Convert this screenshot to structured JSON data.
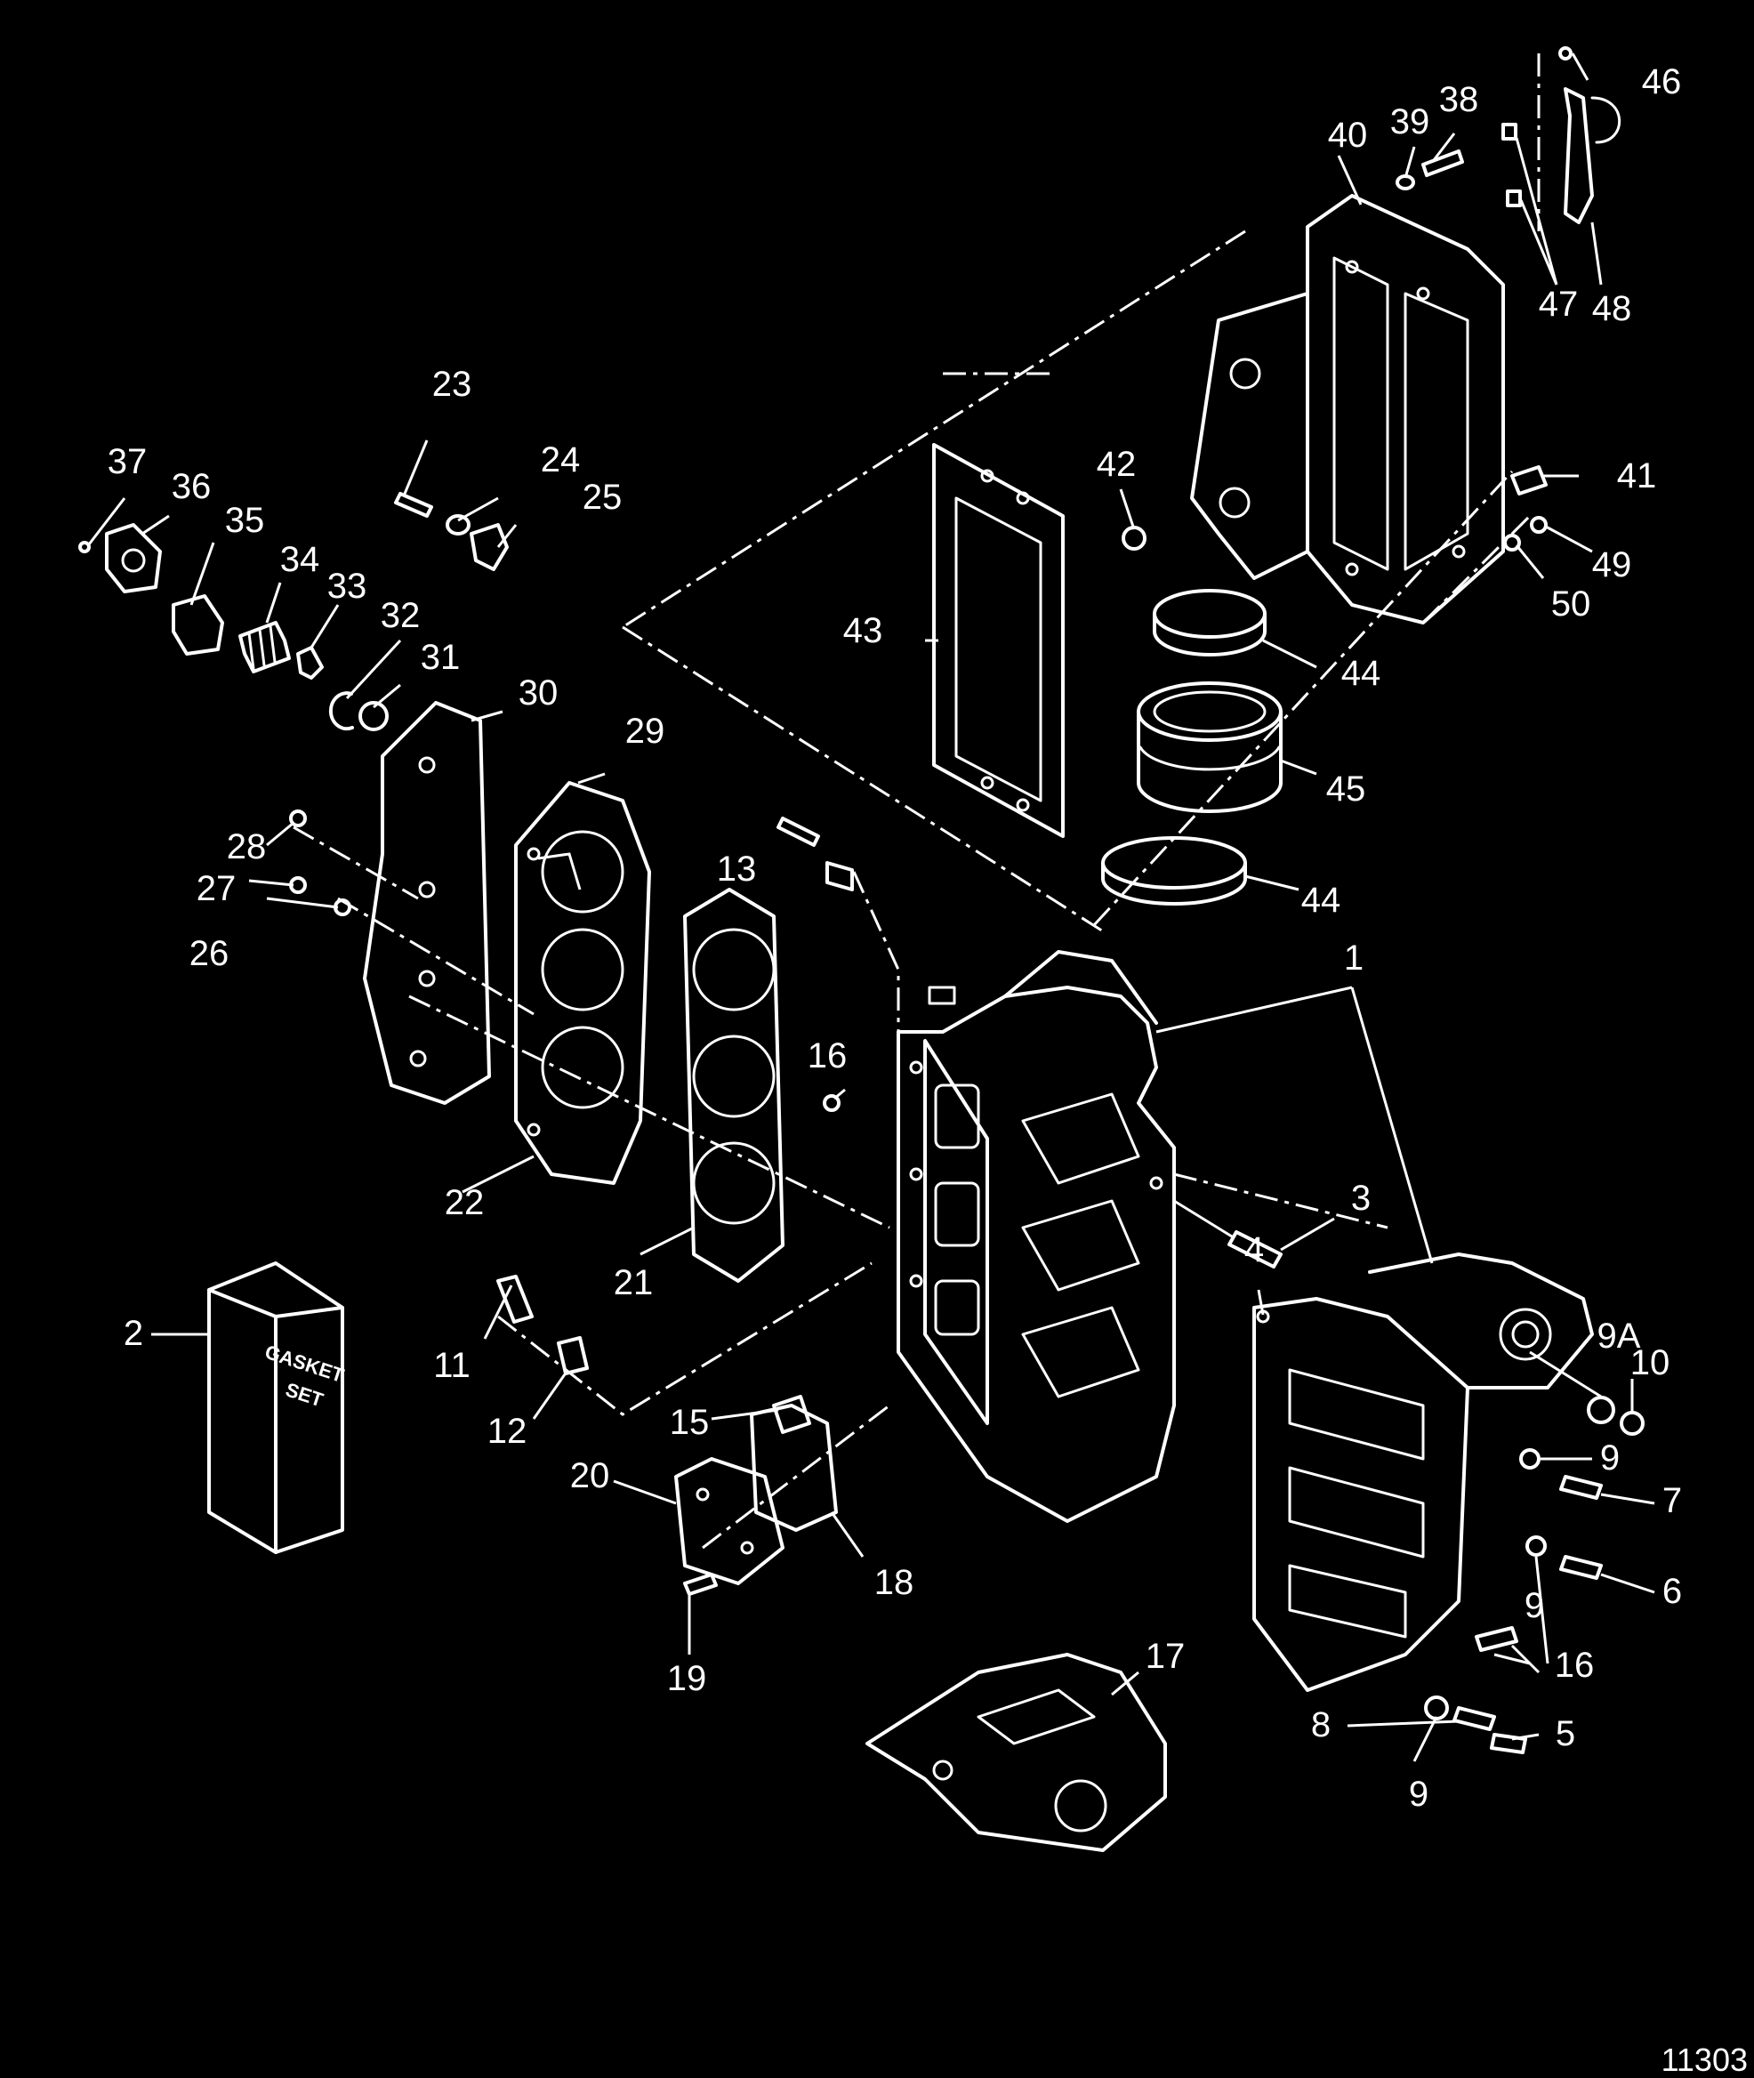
{
  "figure_number": "11303",
  "gasket_box_text": [
    "GASKET",
    "SET"
  ],
  "callouts": {
    "c1": "1",
    "c2": "2",
    "c3": "3",
    "c4": "4",
    "c5": "5",
    "c6": "6",
    "c7": "7",
    "c8": "8",
    "c9a": "9",
    "c9b": "9",
    "c9c": "9",
    "c9A": "9A",
    "c10": "10",
    "c11": "11",
    "c12": "12",
    "c13": "13",
    "c15": "15",
    "c16a": "16",
    "c16b": "16",
    "c17": "17",
    "c18": "18",
    "c19": "19",
    "c20": "20",
    "c21": "21",
    "c22": "22",
    "c23": "23",
    "c24": "24",
    "c25": "25",
    "c26": "26",
    "c27": "27",
    "c28": "28",
    "c29": "29",
    "c30": "30",
    "c31": "31",
    "c32": "32",
    "c33": "33",
    "c34": "34",
    "c35": "35",
    "c36": "36",
    "c37": "37",
    "c38": "38",
    "c39": "39",
    "c40": "40",
    "c41": "41",
    "c42": "42",
    "c43": "43",
    "c44a": "44",
    "c44b": "44",
    "c45": "45",
    "c46": "46",
    "c47": "47",
    "c48": "48",
    "c49": "49",
    "c50": "50"
  }
}
